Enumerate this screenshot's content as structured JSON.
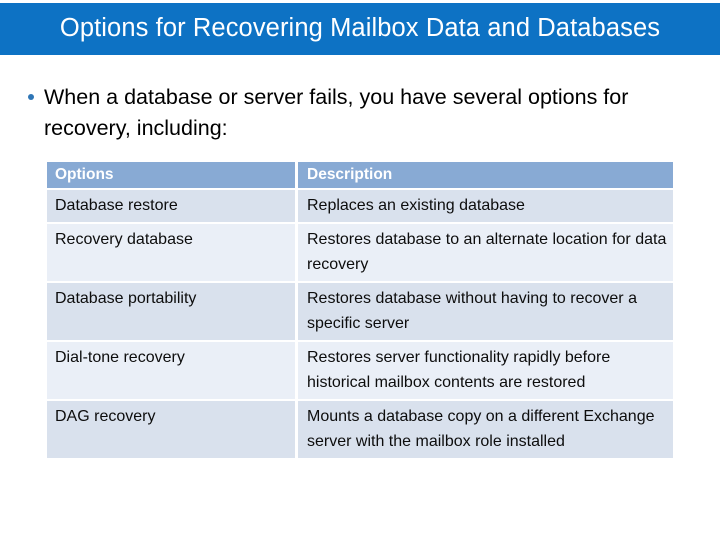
{
  "slide": {
    "title": "Options for Recovering Mailbox Data and Databases",
    "banner_color": "#0d72c4",
    "bullet_color": "#2f76b6"
  },
  "body": {
    "bullet": "When a database or server fails, you have several options for recovery, including:"
  },
  "table": {
    "header_color": "#88aad4",
    "row_tint_dark": "#d9e1ed",
    "row_tint_light": "#eaeff7",
    "columns": [
      "Options",
      "Description"
    ],
    "rows": [
      {
        "option": "Database restore",
        "description": "Replaces an existing database"
      },
      {
        "option": "Recovery database",
        "description": "Restores database to an alternate location for data recovery"
      },
      {
        "option": "Database portability",
        "description": "Restores database without having to recover a specific server"
      },
      {
        "option": "Dial-tone recovery",
        "description": "Restores server functionality rapidly before historical mailbox contents are restored"
      },
      {
        "option": "DAG recovery",
        "description": "Mounts a database copy on a different Exchange server with the mailbox role installed"
      }
    ]
  }
}
